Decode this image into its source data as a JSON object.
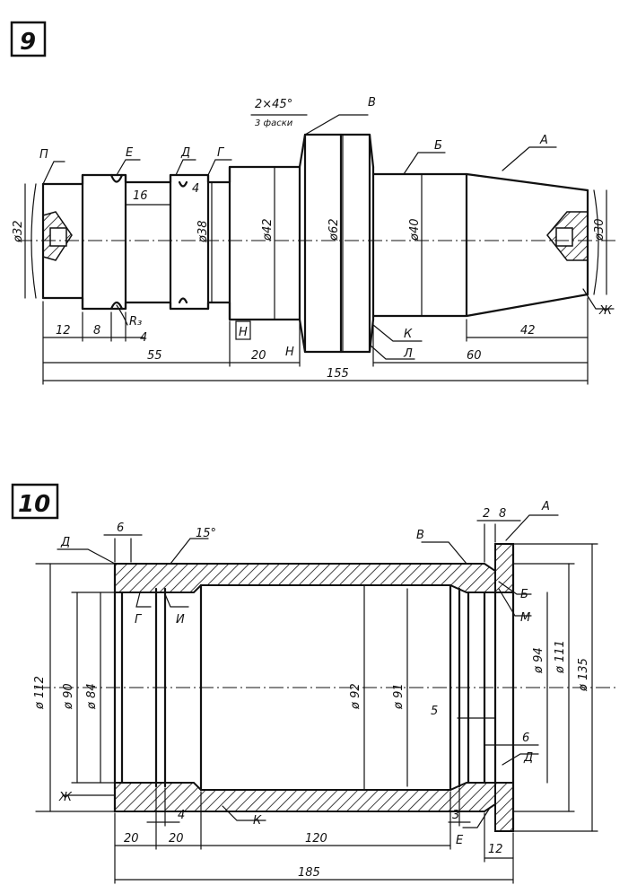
{
  "figures": [
    {
      "number": "9",
      "labels": {
        "P": "П",
        "E": "Е",
        "D": "Д",
        "G": "Г",
        "V": "В",
        "B": "Б",
        "A": "А",
        "K": "К",
        "L": "Л",
        "H1": "Н",
        "H2": "Н",
        "ZH": "Ж",
        "R": "R₃"
      },
      "chamfer": "2×45°",
      "chamfer_note": "3 фаски",
      "diameters": [
        "ø32",
        "ø38",
        "ø42",
        "ø62",
        "ø40",
        "ø30"
      ],
      "dims": {
        "d12": "12",
        "d8": "8",
        "d4a": "4",
        "d4b": "4",
        "d16": "16",
        "d55": "55",
        "d20": "20",
        "d155": "155",
        "d60": "60",
        "d42": "42"
      }
    },
    {
      "number": "10",
      "labels": {
        "A": "А",
        "V": "В",
        "D1": "Д",
        "D2": "Д",
        "G": "Г",
        "I": "И",
        "B": "Б",
        "M": "М",
        "ZH": "Ж",
        "K": "К",
        "E": "Е"
      },
      "angle": "15°",
      "diameters": [
        "ø 112",
        "ø 90",
        "ø 84",
        "ø 92",
        "ø 91",
        "ø 94",
        "ø 111",
        "ø 135"
      ],
      "dims": {
        "d6a": "6",
        "d2": "2",
        "d8": "8",
        "d5": "5",
        "d6b": "6",
        "d20a": "20",
        "d20b": "20",
        "d4": "4",
        "d120": "120",
        "d3": "3",
        "d12": "12",
        "d185": "185"
      }
    }
  ]
}
